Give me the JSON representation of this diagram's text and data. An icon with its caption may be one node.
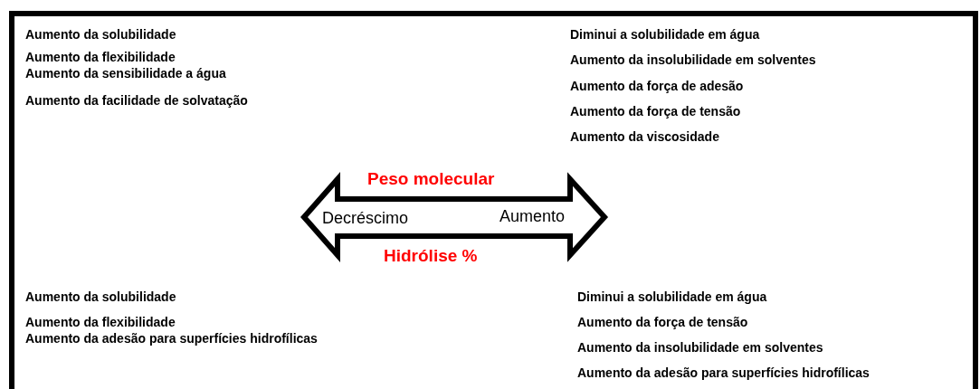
{
  "diagram": {
    "labels": [
      "Aumento da solubilidade",
      "Aumento da flexibilidade",
      "Aumento da sensibilidade a água",
      "Aumento da facilidade de solvatação",
      "Diminui a solubilidade em água",
      "Aumento da insolubilidade em solventes",
      "Aumento da força de adesão",
      "Aumento da força de tensão",
      "Aumento da viscosidade",
      "Peso molecular",
      "Decréscimo",
      "Aumento",
      "Hidrólise %",
      "Aumento da solubilidade",
      "Aumento da flexibilidade",
      "Aumento da adesão para superfícies hidrofílicas",
      "Diminui a solubilidade em água",
      "Aumento da força de tensão",
      "Aumento da insolubilidade em solventes",
      "Aumento da adesão para superfícies hidrofílicas"
    ]
  }
}
